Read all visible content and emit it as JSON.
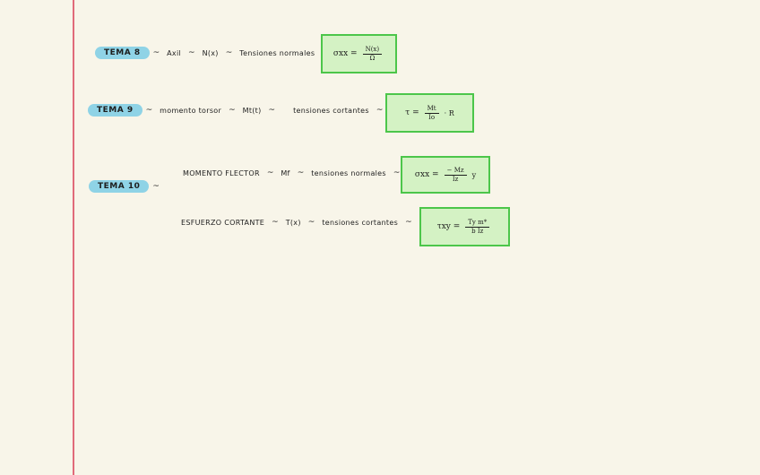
{
  "tema8": {
    "tag": "TEMA 8",
    "tilde": "~",
    "t1": "Axil",
    "t2": "N(x)",
    "t3": "Tensiones normales",
    "formula": {
      "lhs": "σxx =",
      "num": "N(x)",
      "den": "Ω",
      "extra": ""
    }
  },
  "tema9": {
    "tag": "TEMA 9",
    "tilde": "~",
    "t1": "momento torsor",
    "t2": "Mt(t)",
    "t3": "tensiones cortantes",
    "formula": {
      "lhs": "τ =",
      "num": "Mt",
      "den": "Io",
      "extra": "· R"
    }
  },
  "tema10": {
    "tag": "TEMA 10",
    "tilde": "~",
    "a": {
      "t1": "MOMENTO FLECTOR",
      "t2": "Mf",
      "t3": "tensiones normales",
      "formula": {
        "lhs": "σxx =",
        "num": "− Mz",
        "den": "Iz",
        "extra": "y"
      }
    },
    "b": {
      "t1": "ESFUERZO CORTANTE",
      "t2": "T(x)",
      "t3": "tensiones cortantes",
      "formula": {
        "lhs": "τxy =",
        "num": "Ty  m*",
        "den": "b Iz",
        "extra": ""
      }
    }
  }
}
